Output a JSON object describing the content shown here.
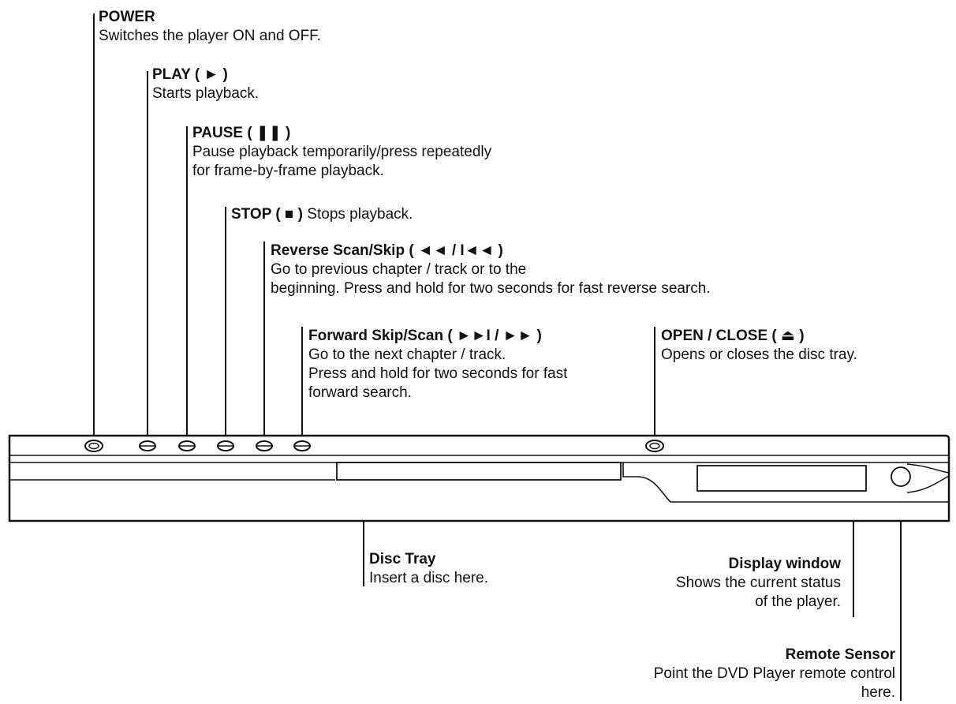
{
  "callouts": {
    "power": {
      "title": "POWER",
      "desc": [
        "Switches the player ON and OFF."
      ]
    },
    "play": {
      "title": "PLAY ( ► )",
      "desc": [
        "Starts playback."
      ]
    },
    "pause": {
      "title": "PAUSE ( ❚❚ )",
      "desc": [
        "Pause playback temporarily/press repeatedly",
        "for frame-by-frame playback."
      ]
    },
    "stop": {
      "title": "STOP ( ■ )",
      "desc": [
        "Stops playback."
      ]
    },
    "reverse": {
      "title": "Reverse Scan/Skip ( ◄◄ / I◄◄ )",
      "desc": [
        "Go to previous chapter / track or to the",
        "beginning. Press and hold for two seconds for fast reverse search."
      ]
    },
    "forward": {
      "title": "Forward Skip/Scan ( ►►I / ►► )",
      "desc": [
        "Go to the next chapter / track.",
        "Press and hold for two seconds for fast",
        "forward search."
      ]
    },
    "open_close": {
      "title": "OPEN / CLOSE ( ⏏ )",
      "desc": [
        "Opens or closes the disc tray."
      ]
    },
    "disc_tray": {
      "title": "Disc Tray",
      "desc": [
        "Insert a disc here."
      ]
    },
    "display_window": {
      "title": "Display window",
      "desc": [
        "Shows the current status",
        "of the player."
      ]
    },
    "remote_sensor": {
      "title": "Remote Sensor",
      "desc": [
        "Point the DVD Player remote control",
        "here."
      ]
    }
  }
}
